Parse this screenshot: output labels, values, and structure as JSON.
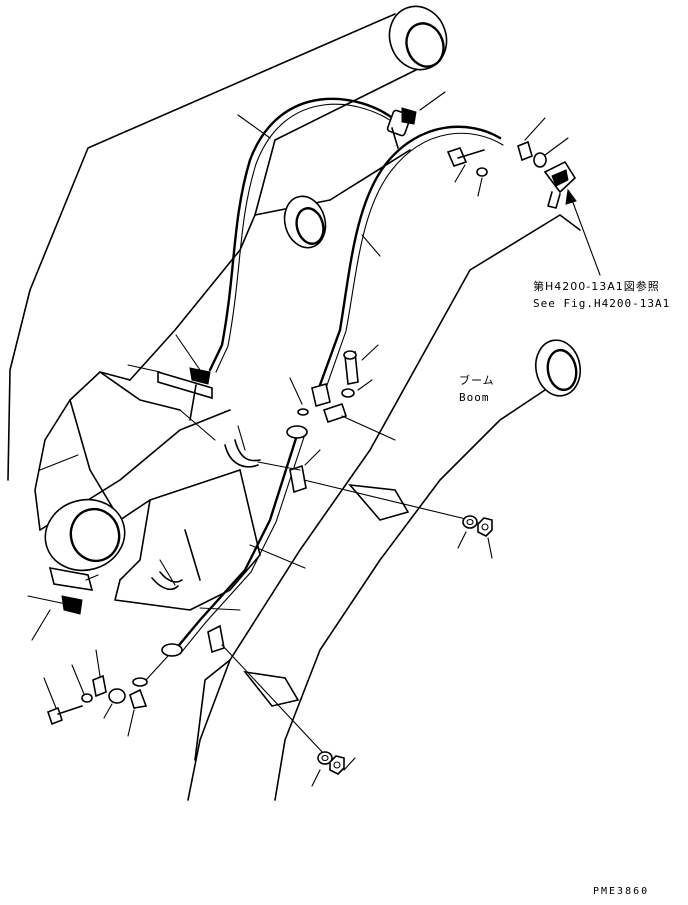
{
  "reference_note": {
    "japanese": "第H4200-13A1図参照",
    "english": "See Fig.H4200-13A1"
  },
  "part_label": {
    "japanese": "ブーム",
    "english": "Boom"
  },
  "drawing_code": "PME3860"
}
